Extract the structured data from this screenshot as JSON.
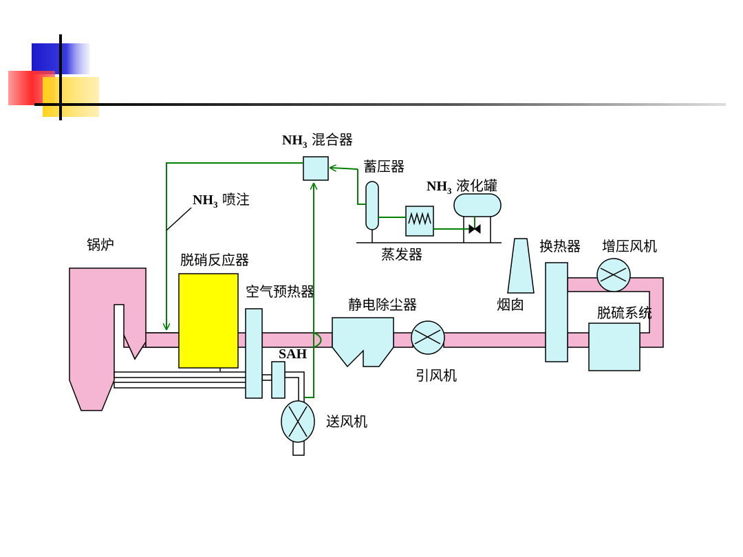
{
  "colors": {
    "flue_pink": "#f4b6d2",
    "equipment_cyan": "#cdf5f8",
    "reactor_yellow": "#ffff00",
    "ammonia_line_green": "#008000",
    "outline": "#000000",
    "header_blue": "#2222cc",
    "header_red": "#ff3b3b",
    "header_yellow": "#ffd21a"
  },
  "icons": {
    "fan": "fan-icon",
    "tank": "tank-icon",
    "coil": "coil-icon",
    "valve": "valve-icon"
  },
  "labels": {
    "nh3_prefix": "NH",
    "nh3_sub": "3",
    "nh3_mixer_suffix": " 混合器",
    "nh3_injection_suffix": " 喷注",
    "nh3_tank_suffix": " 液化罐",
    "accumulator": "蓄压器",
    "evaporator": "蒸发器",
    "boiler": "锅炉",
    "denox_reactor": "脱硝反应器",
    "air_preheater": "空气预热器",
    "sah": "SAH",
    "esp": "静电除尘器",
    "id_fan": "引风机",
    "fd_fan": "送风机",
    "stack": "烟囱",
    "heat_exchanger": "换热器",
    "booster_fan": "增压风机",
    "fgd_system": "脱硫系统"
  }
}
